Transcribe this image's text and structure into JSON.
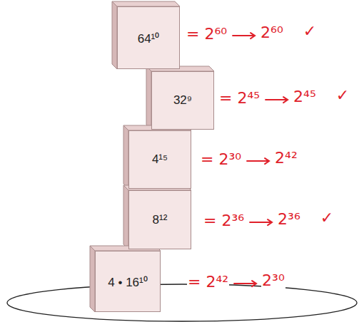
{
  "diagram": {
    "nodes": [
      {
        "text": [
          "64¹⁰"
        ]
      },
      {
        "text": [
          "32⁹"
        ]
      },
      {
        "text": [
          "4¹⁵"
        ]
      },
      {
        "text": [
          "8¹²"
        ]
      },
      {
        "text": [
          "4 • 16¹⁰"
        ]
      }
    ],
    "labels": [
      "= 2⁶⁰",
      "2⁶⁰",
      "✓",
      "= 2⁴⁵",
      "2⁴⁵",
      "✓",
      "= 2³⁰",
      "2⁴²",
      "= 2³⁶",
      "2³⁶",
      "✓",
      "= 2⁴²",
      "2³⁰"
    ]
  }
}
